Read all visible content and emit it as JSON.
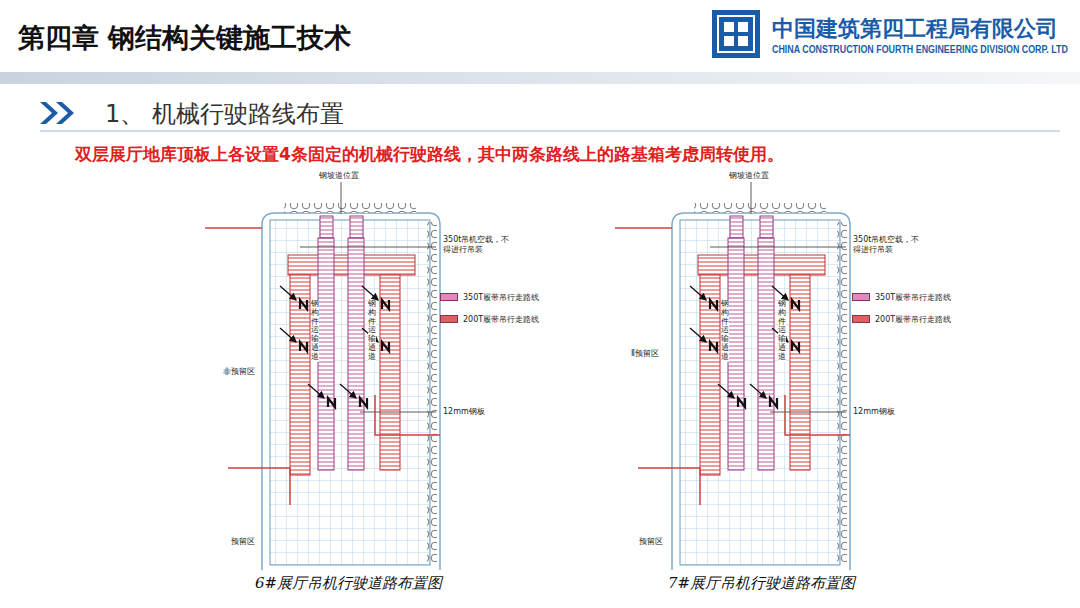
{
  "diagram": {
    "title": "第四章 钢结构关键施工技术",
    "labels": [
      "中国建筑第四工程局有限公司",
      "CHINA CONSTRUCTION FOURTH ENGINEERING DIVISION CORP. LTD",
      "1、 机械行驶路线布置",
      "双层展厅地库顶板上各设置4条固定的机械行驶路线，其中两条路线上的路基箱考虑周转使用。",
      "钢坡道位置",
      "350t吊机空载，不得进行吊装",
      "钢构件运输通道",
      "钢构件运输通道",
      "非预留区",
      "12mm钢板",
      "预留区",
      "6#展厅吊机行驶道路布置图",
      "钢坡道位置",
      "350t吊机空载，不得进行吊装",
      "钢构件运输通道",
      "钢构件运输通道",
      "Ⅱ预留区",
      "12mm钢板",
      "预留区",
      "7#展厅吊机行驶道路布置图"
    ],
    "legend": [
      {
        "text": "350T履带吊行走路线",
        "color": "#d98cbf"
      },
      {
        "text": "200T履带吊行走路线",
        "color": "#e06060"
      },
      {
        "text": "350T履带吊行走路线",
        "color": "#d98cbf"
      },
      {
        "text": "200T履带吊行走路线",
        "color": "#e06060"
      }
    ]
  }
}
